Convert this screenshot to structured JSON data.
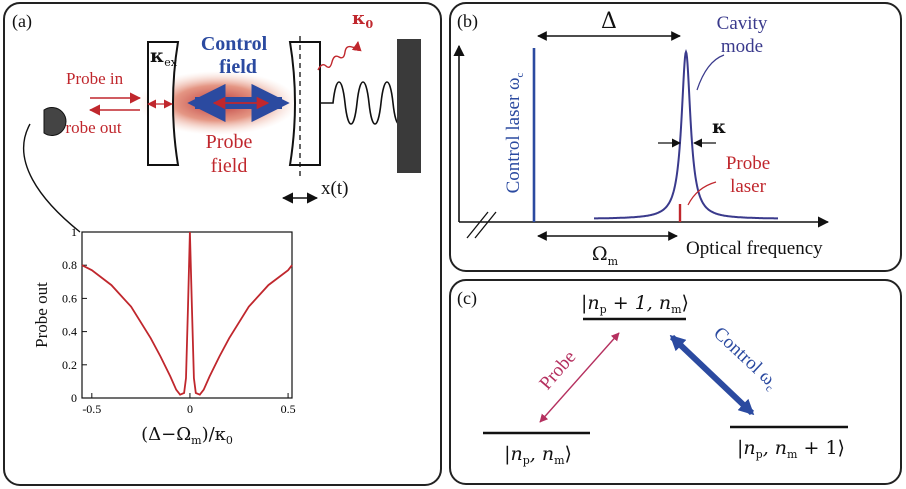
{
  "colors": {
    "red": "#c0272d",
    "blue": "#2b4aa0",
    "purple": "#3a3a8c",
    "magenta": "#b5305f",
    "gray": "#3a3a3a"
  },
  "panel_a": {
    "label": "(a)",
    "kappa_ex": "κ",
    "kappa_ex_sub": "ex",
    "kappa_0": "κ",
    "kappa_0_sub": "0",
    "control_field": [
      "Control",
      "field"
    ],
    "probe_field": [
      "Probe",
      "field"
    ],
    "probe_in": "Probe in",
    "probe_out": "Probe out",
    "x_t": "x(t)"
  },
  "panel_b": {
    "label": "(b)",
    "delta": "Δ",
    "cavity_mode": [
      "Cavity",
      "mode"
    ],
    "kappa": "κ",
    "probe_laser": [
      "Probe",
      "laser"
    ],
    "control_laser": "Control laser ω",
    "control_laser_sub": "c",
    "omega_m": "Ω",
    "omega_m_sub": "m",
    "x_axis_label": "Optical frequency"
  },
  "panel_c": {
    "label": "(c)",
    "top_level": "|n",
    "top_level_tail": " + 1, n",
    "top_level_end": "⟩",
    "left_level": "|n",
    "left_level_tail": ", n",
    "left_level_end": "⟩",
    "right_level": "|n",
    "right_level_tail": ", n",
    "right_level_end": " + 1⟩",
    "sub_p": "p",
    "sub_m": "m",
    "probe": "Probe",
    "control": "Control ω",
    "control_sub": "c"
  },
  "chart_data": {
    "type": "line",
    "title": "",
    "xlabel": "(Δ−Ω",
    "xlabel_sub": "m",
    "xlabel_tail": ")/κ",
    "xlabel_sub2": "0",
    "ylabel": "Probe out",
    "xlim": [
      -0.55,
      0.52
    ],
    "ylim": [
      0,
      1
    ],
    "x_ticks": [
      "-0.5",
      "0",
      "0.5"
    ],
    "y_ticks": [
      "0",
      "0.2",
      "0.4",
      "0.6",
      "0.8",
      "1"
    ],
    "x_tick_values": [
      -0.5,
      0,
      0.5
    ],
    "y_tick_values": [
      0,
      0.2,
      0.4,
      0.6,
      0.8,
      1
    ],
    "series": [
      {
        "x": [
          -0.55,
          -0.5,
          -0.4,
          -0.3,
          -0.2,
          -0.15,
          -0.1,
          -0.07,
          -0.05,
          -0.03,
          -0.02,
          -0.01,
          0,
          0.01,
          0.02,
          0.03,
          0.05,
          0.07,
          0.1,
          0.15,
          0.2,
          0.3,
          0.4,
          0.5,
          0.52
        ],
        "values": [
          0.8,
          0.77,
          0.68,
          0.55,
          0.36,
          0.25,
          0.13,
          0.05,
          0.02,
          0.03,
          0.12,
          0.55,
          1.0,
          0.55,
          0.12,
          0.03,
          0.02,
          0.05,
          0.13,
          0.25,
          0.36,
          0.55,
          0.68,
          0.77,
          0.8
        ]
      }
    ]
  }
}
